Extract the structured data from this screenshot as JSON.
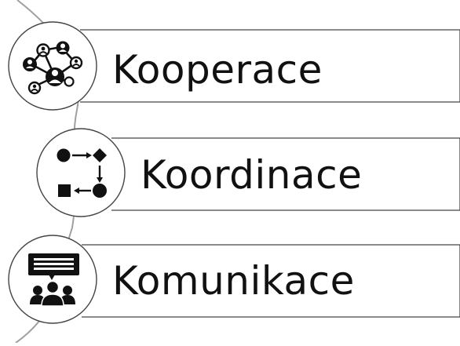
{
  "items": [
    {
      "label": "Kooperace",
      "icon": "people-network-icon"
    },
    {
      "label": "Koordinace",
      "icon": "workflow-shapes-icon"
    },
    {
      "label": "Komunikace",
      "icon": "group-chat-icon"
    }
  ],
  "colors": {
    "line": "#444444",
    "icon": "#111111",
    "circle_fill": "#ffffff",
    "arc": "#999999"
  }
}
